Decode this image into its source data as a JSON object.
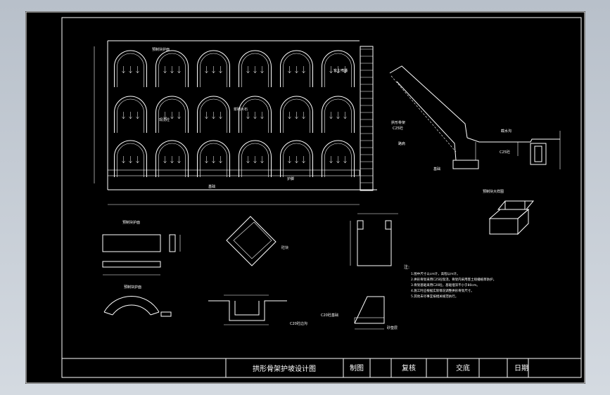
{
  "title_block": {
    "drawing_title": "拱形骨架护坡设计图",
    "drawn_by_label": "制图",
    "checked_by_label": "复核",
    "handover_label": "交底",
    "date_label": "日期"
  },
  "labels": {
    "arch_top": "预制块护面",
    "arch_mid": "现浇砼",
    "arch_slope": "客土喷播",
    "arch_side": "浆砌片石",
    "bottom_a": "基础",
    "bottom_b": "护脚",
    "slope_a": "拱形骨架",
    "slope_b": "C25砼",
    "slope_c": "截水沟",
    "slope_d": "C25砼",
    "slope_e": "基础",
    "slope_f": "路肩",
    "detail_3d": "预制块大样图",
    "block_title": "预制块护面",
    "curve_title": "预制块护面",
    "rot_label": "砼块",
    "ditch_label": "C20砼边沟",
    "found_label": "C20砼基础",
    "found_b": "砂垫层",
    "notes_title": "注:",
    "notes": [
      "1.图中尺寸以cm计，高程以m计。",
      "2.拱形骨架采用C25砼现浇，骨架内采用客土喷播植草防护。",
      "3.骨架基础采用C20砼，基础埋深不小于80cm。",
      "4.施工时应根据实际情况调整拱形骨架尺寸。",
      "5.其他未尽事宜按相关规范执行。"
    ]
  }
}
